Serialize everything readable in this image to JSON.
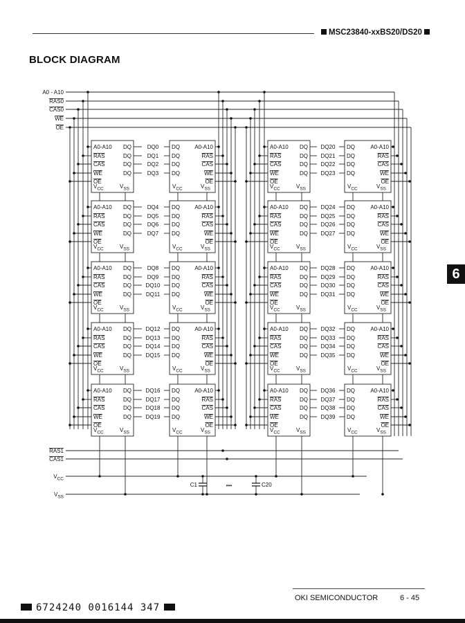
{
  "header": {
    "title": "MSC23840-xxBS20/DS20"
  },
  "page_title": "BLOCK DIAGRAM",
  "section_tab": "6",
  "signals": {
    "a0_a10": "A0 - A10",
    "ras0": "RAS0",
    "cas0": "CAS0",
    "we": "WE",
    "oe": "OE",
    "ras1": "RAS1",
    "cas1": "CAS1",
    "vcc": "V",
    "vcc_sub": "CC",
    "vss": "V",
    "vss_sub": "SS"
  },
  "chip": {
    "addr": "A0-A10",
    "ras": "RAS",
    "cas": "CAS",
    "we": "WE",
    "oe": "OE",
    "dq": "DQ",
    "v": "V",
    "cc": "CC",
    "ss": "SS"
  },
  "dq_labels": [
    "DQ0",
    "DQ1",
    "DQ2",
    "DQ3",
    "DQ4",
    "DQ5",
    "DQ6",
    "DQ7",
    "DQ8",
    "DQ9",
    "DQ10",
    "DQ11",
    "DQ12",
    "DQ13",
    "DQ14",
    "DQ15",
    "DQ16",
    "DQ17",
    "DQ18",
    "DQ19",
    "DQ20",
    "DQ21",
    "DQ22",
    "DQ23",
    "DQ24",
    "DQ25",
    "DQ26",
    "DQ27",
    "DQ28",
    "DQ29",
    "DQ30",
    "DQ31",
    "DQ32",
    "DQ33",
    "DQ34",
    "DQ35",
    "DQ36",
    "DQ37",
    "DQ38",
    "DQ39"
  ],
  "capacitors": {
    "first": "C1",
    "last": "C20",
    "ellipsis": "•••"
  },
  "footer": {
    "company": "OKI SEMICONDUCTOR",
    "page": "6 - 45",
    "barcode": "6724240 0016144 347"
  }
}
